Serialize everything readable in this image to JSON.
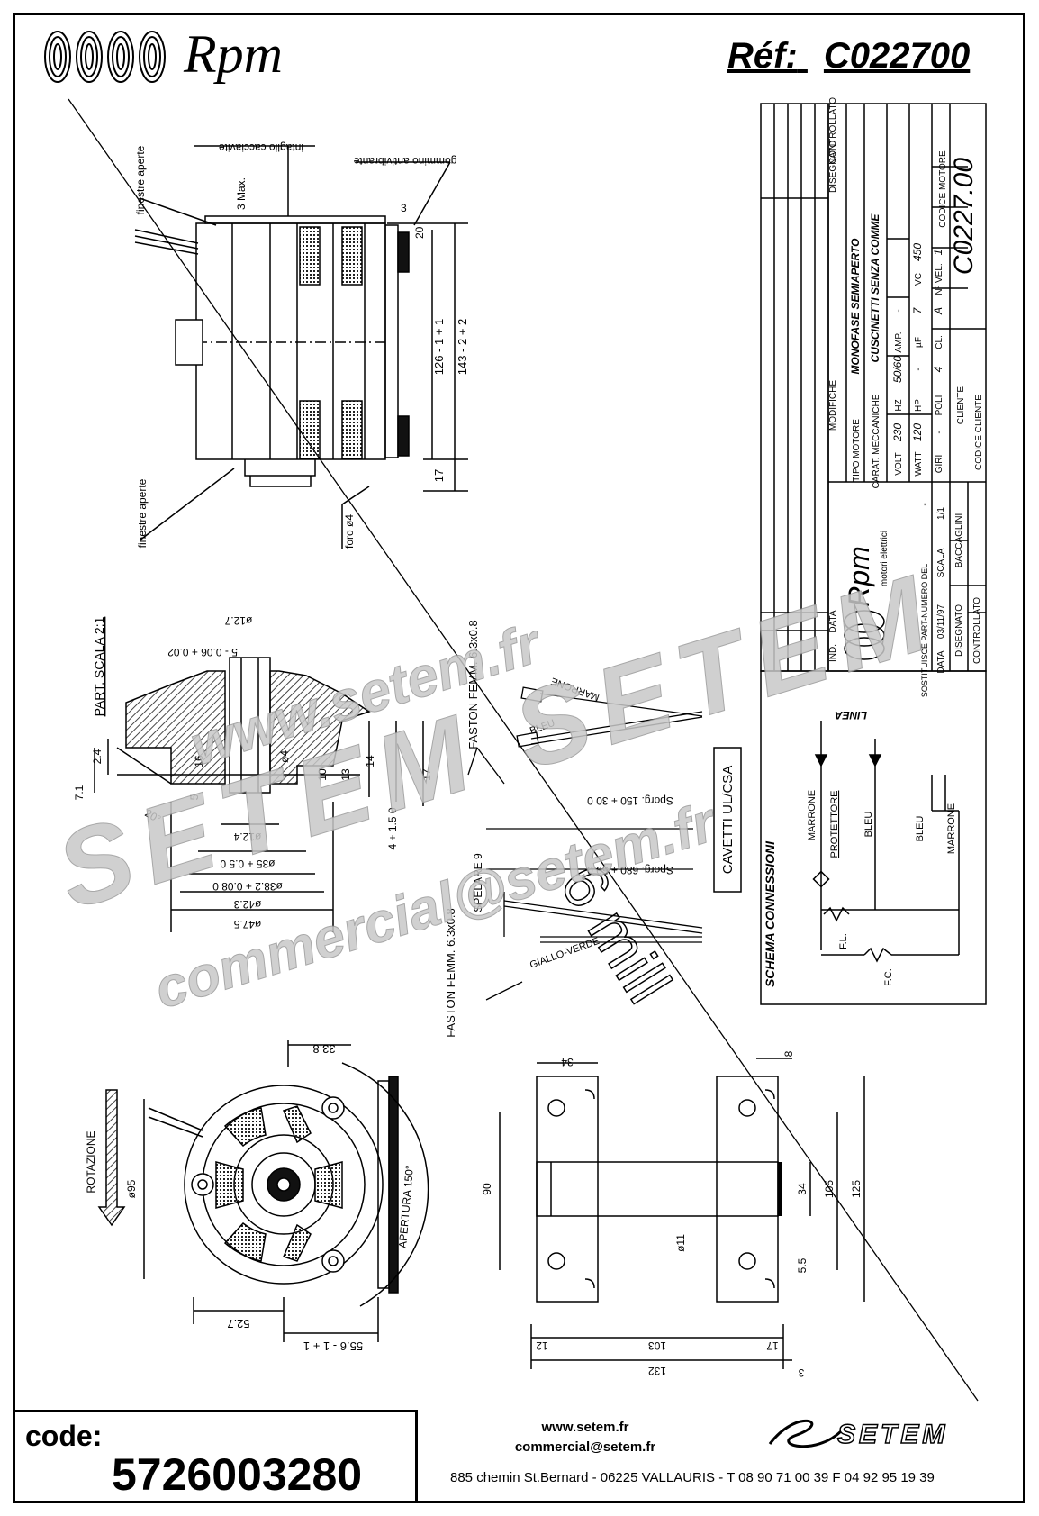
{
  "header": {
    "brand": "Rpm",
    "ref_label": "Réf:",
    "ref_value": "C022700"
  },
  "side_view": {
    "label_finestre_top": "finestre aperte",
    "label_intaglio": "intaglio cacciavite",
    "label_gommino": "gommino antivibrante",
    "label_finestre_bottom": "finestre aperte",
    "label_foro": "foro ø4",
    "dim_3max": "3 Max.",
    "dim_3": "3",
    "dim_20": "20",
    "dim_126": "126 - 1 + 1",
    "dim_143": "143 - 2 + 2",
    "dim_17": "17"
  },
  "detail_view": {
    "title": "PART. SCALA 2:1",
    "dims": [
      "ø12.7",
      "5 - 0.06 + 0.02",
      "2.4",
      "7.1",
      "20°",
      "16",
      "ø4",
      "5",
      "10",
      "13",
      "14",
      "17",
      "4 + 1.5 0",
      "ø12.4",
      "ø35 + 0.5 0",
      "ø38.2 + 0.08 0",
      "ø42.3",
      "ø47.5"
    ]
  },
  "wiring_notes": {
    "faston_top": "FASTON FEMM. 6.3x0.8",
    "marrone": "MARRONE",
    "bleu": "BLEU",
    "sporg_150": "Sporg. 150 + 30 0",
    "spelare": "SPELARE 9",
    "sporg_680": "Sporg. 680 + 50 0",
    "faston_bottom": "FASTON FEMM. 6.3x0.8",
    "giallo_verde": "GIALLO-VERDE",
    "cavetti": "CAVETTI UL/CSA"
  },
  "front_view": {
    "rotazione": "ROTAZIONE",
    "dim_95": "ø95",
    "dim_33_8": "33.8",
    "apertura": "APERTURA 150°",
    "dim_52_7": "52.7",
    "dim_55_6": "55.6 - 1 + 1"
  },
  "bracket_view": {
    "dims": [
      "34",
      "8",
      "90",
      "34",
      "105",
      "125",
      "ø11",
      "5.5",
      "12",
      "103",
      "17",
      "132",
      "3"
    ]
  },
  "title_block": {
    "col_headers": [
      "MODIFICHE",
      "DISEGNATO",
      "CONTROLLATO"
    ],
    "ind_label": "IND.",
    "data_label": "DATA",
    "tipo_motore_label": "TIPO MOTORE",
    "tipo_motore": "MONOFASE SEMIAPERTO",
    "carat_label": "CARAT. MECCANICHE",
    "carat": "CUSCINETTI SENZA COMME",
    "volt_label": "VOLT",
    "volt": "230",
    "hz_label": "HZ",
    "hz": "50/60",
    "amp_label": "AMP.",
    "amp": "-",
    "watt_label": "WATT",
    "watt": "120",
    "hp_label": "HP",
    "hp": "-",
    "uf_label": "µF",
    "uf": "7",
    "vc_label": "VC",
    "vc": "450",
    "giri_label": "GIRI",
    "giri": "-",
    "poli_label": "POLI",
    "poli": "4",
    "cl_label": "CL.",
    "cl": "A",
    "nvel_label": "Nº VEL.",
    "nvel": "1",
    "cliente_label": "CLIENTE",
    "codice_cliente_label": "CODICE CLIENTE",
    "codice_motore_label": "CODICE MOTORE",
    "codice_motore": "C0227.00",
    "brand": "Rpm",
    "brand_sub": "motori elettrici",
    "sostituisce_label": "SOSTITUISCE PART-NUMERO DEL",
    "sostituisce": "-",
    "data2_label": "DATA",
    "data2": "03/11/97",
    "scala_label": "SCALA",
    "scala": "1/1",
    "disegnato_label": "DISEGNATO",
    "disegnato": "BACCAGLINI",
    "controllato_label": "CONTROLLATO"
  },
  "schema": {
    "title": "SCHEMA CONNESSIONI",
    "linea": "LINEA",
    "marrone": "MARRONE",
    "protettore": "PROTETTORE",
    "bleu1": "BLEU",
    "bleu2": "BLEU",
    "marrone2": "MARRONE",
    "fl": "F.L.",
    "fc": "F.C."
  },
  "watermarks": [
    "www.setem.fr",
    "SETEM SETEM",
    "commercial@setem.fr"
  ],
  "footer": {
    "code_label": "code:",
    "code_value": "5726003280",
    "website": "www.setem.fr",
    "email": "commercial@setem.fr",
    "address": "885 chemin St.Bernard  -  06225 VALLAURIS  -  T 08 90 71 00 39   F 04 92 95 19 39",
    "brand": "SETEM"
  },
  "handwritten": "6 mill",
  "colors": {
    "ink": "#000000",
    "watermark": "#c8c8c8",
    "hatch": "#444444"
  }
}
